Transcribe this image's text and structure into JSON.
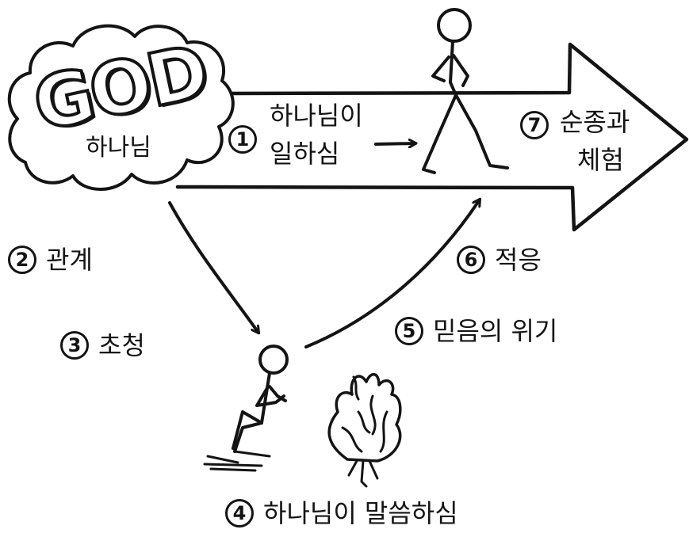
{
  "cloud": {
    "title": "GOD",
    "subtitle": "하나님"
  },
  "steps": [
    {
      "number": "1",
      "lines": [
        "하나님이",
        "일하심"
      ]
    },
    {
      "number": "2",
      "lines": [
        "관계"
      ]
    },
    {
      "number": "3",
      "lines": [
        "초청"
      ]
    },
    {
      "number": "4",
      "lines": [
        "하나님이 말씀하심"
      ]
    },
    {
      "number": "5",
      "lines": [
        "믿음의 위기"
      ]
    },
    {
      "number": "6",
      "lines": [
        "적응"
      ]
    },
    {
      "number": "7",
      "lines": [
        "순종과",
        "체험"
      ]
    }
  ],
  "colors": {
    "ink": "#141414",
    "paper": "#ffffff",
    "fire_shading": "#b8b8b8"
  },
  "icons": [
    "cloud-icon",
    "walking-person-icon",
    "kneeling-person-icon",
    "burning-bush-icon",
    "big-arrow-icon"
  ]
}
